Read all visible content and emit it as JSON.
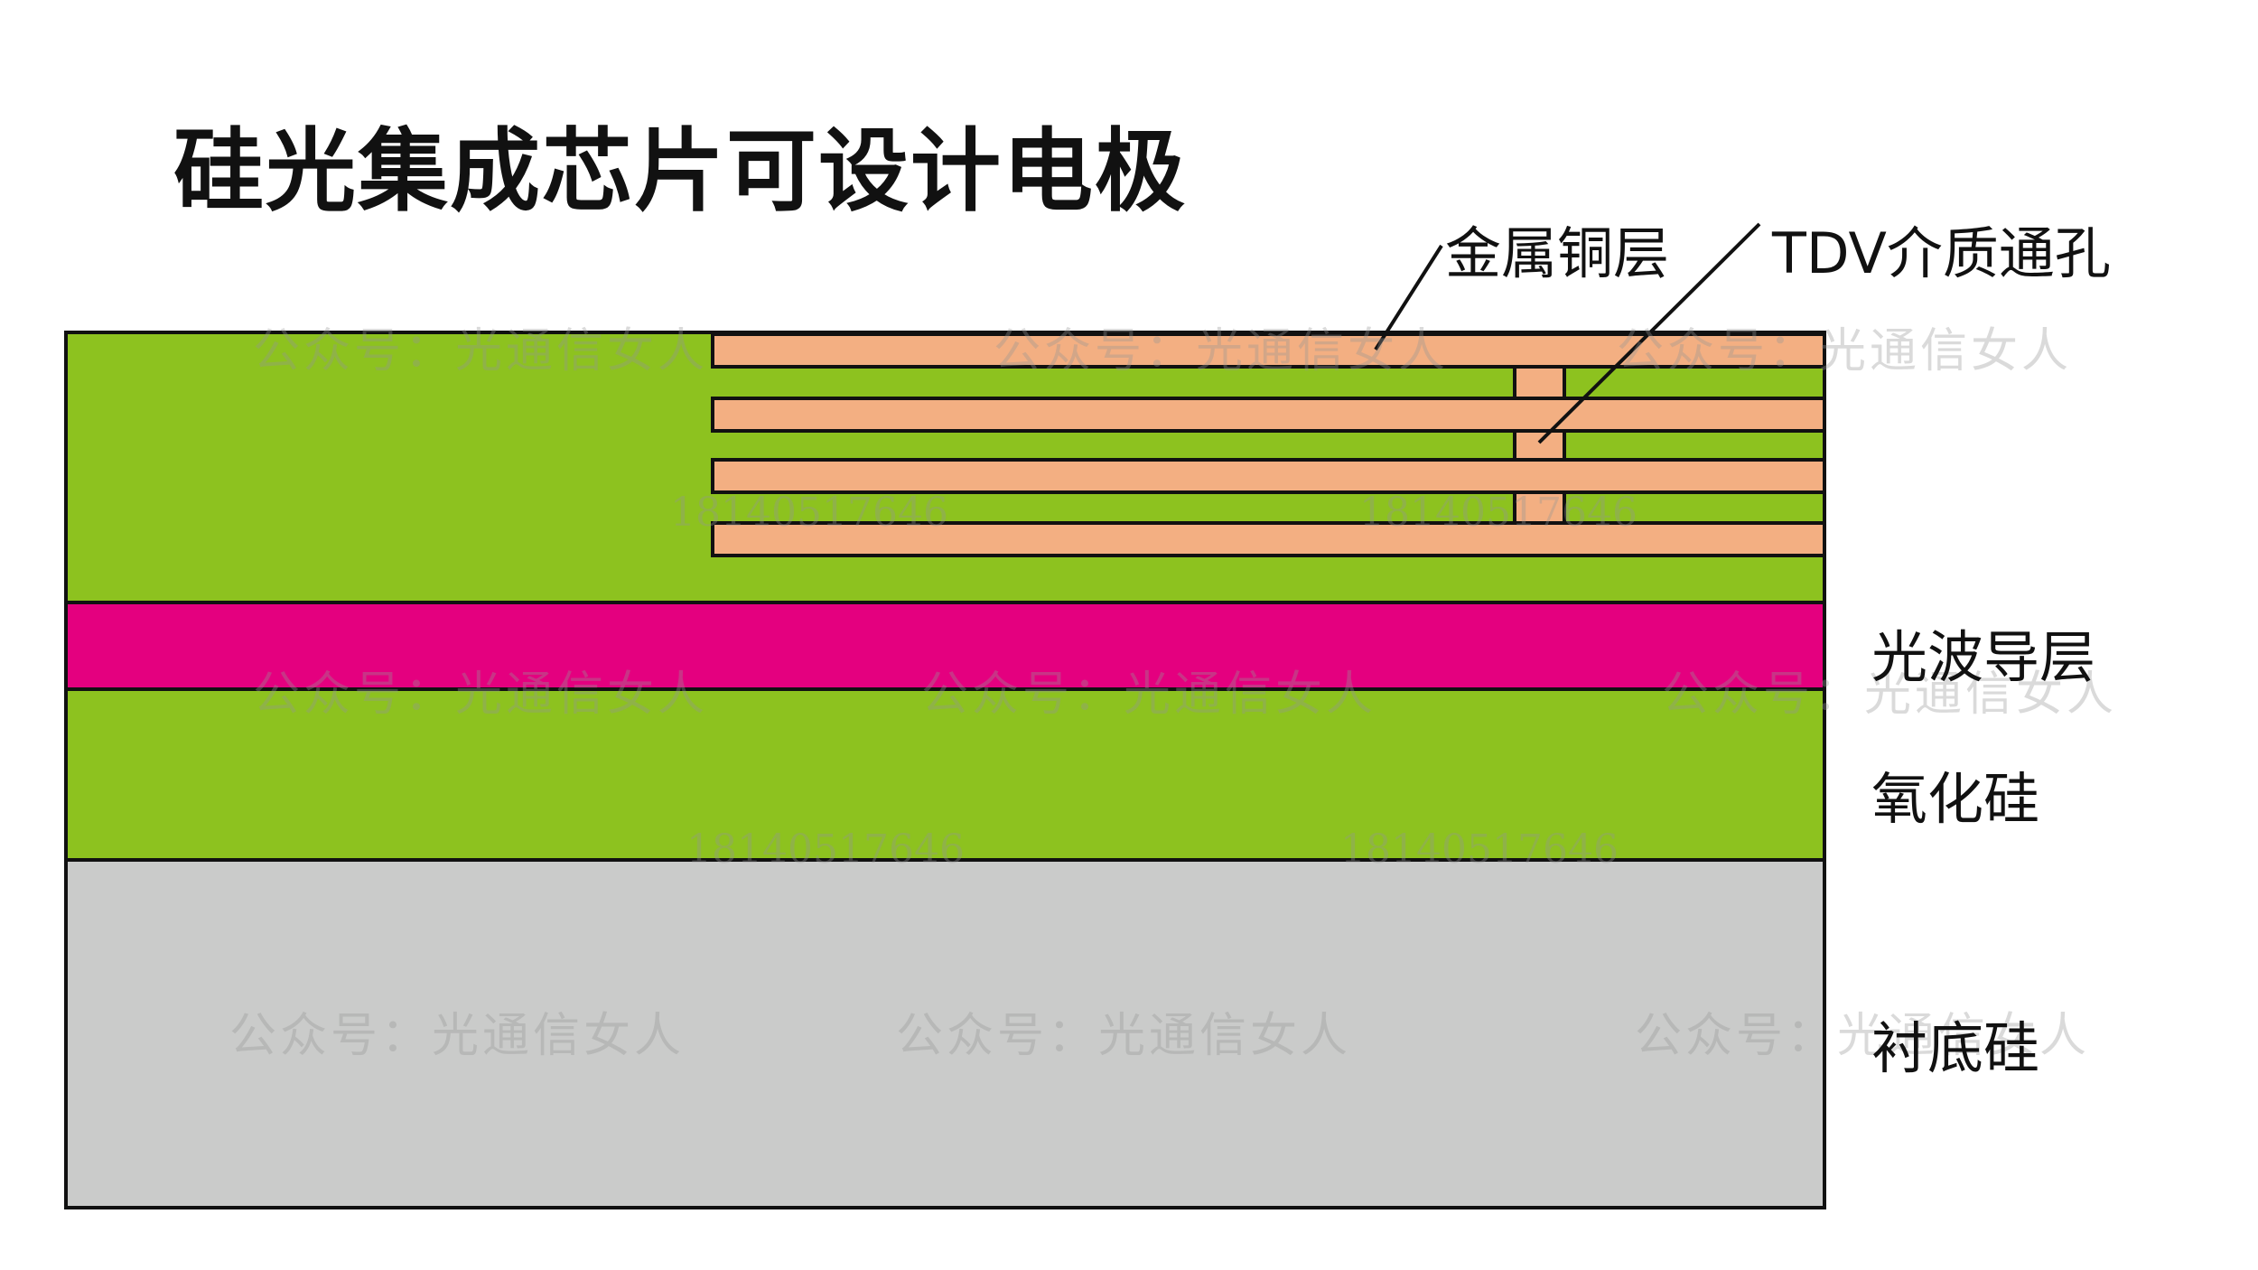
{
  "title": "硅光集成芯片可设计电极",
  "labels": {
    "metal_copper": "金属铜层",
    "tdv_via": "TDV介质通孔",
    "optical_waveguide": "光波导层",
    "silicon_oxide": "氧化硅",
    "substrate_silicon": "衬底硅"
  },
  "watermark": {
    "account": "公众号：光通信女人",
    "phone": "18140517646"
  },
  "colors": {
    "oxide": "#8DC21F",
    "waveguide": "#E4007F",
    "substrate": "#CACBCA",
    "copper": "#F3AF82",
    "outline": "#111111"
  },
  "copper_layer_count": 4
}
